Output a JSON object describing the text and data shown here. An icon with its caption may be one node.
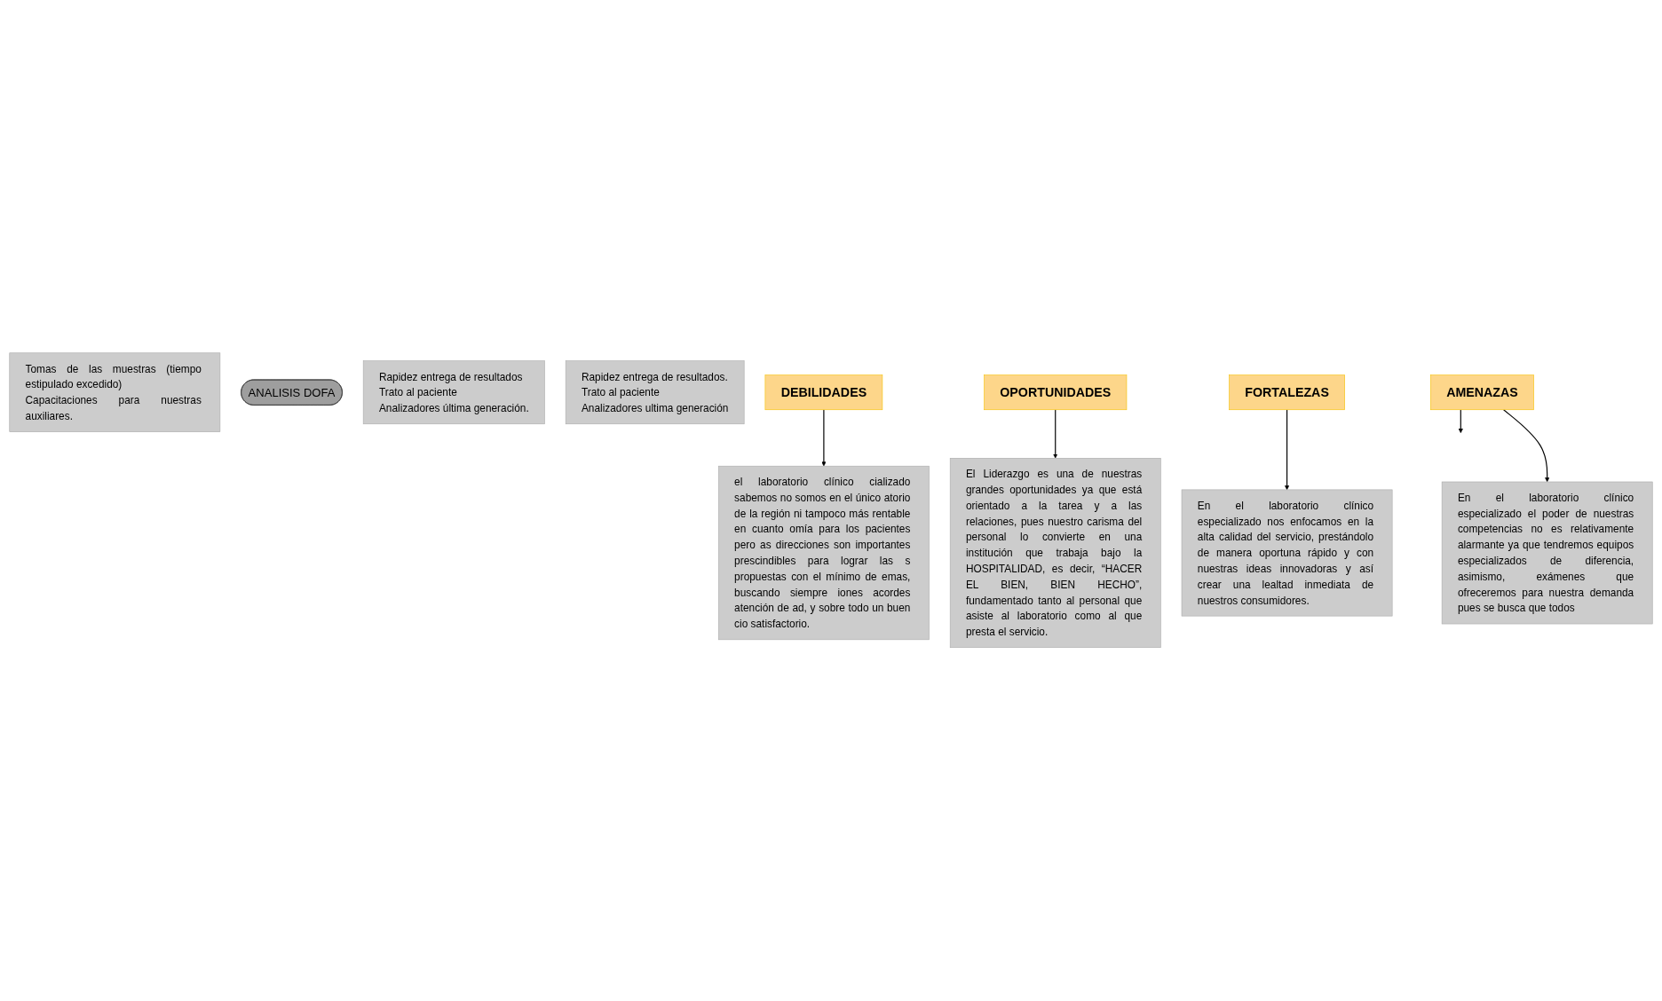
{
  "diagram": {
    "nodes": [
      {
        "text": [
          "Tomas de las muestras (tiempo estipulado excedido)",
          "Capacitaciones para nuestras auxiliares."
        ]
      },
      {
        "text": [
          "ANALISIS DOFA"
        ]
      },
      {
        "text": [
          "Rapidez entrega de resultados",
          "Trato al paciente",
          "Analizadores última generación."
        ]
      },
      {
        "text": [
          "Rapidez entrega de resultados.",
          "Trato al paciente",
          "Analizadores ultima generación"
        ]
      },
      {
        "text": [
          "DEBILIDADES"
        ]
      },
      {
        "text": [
          "OPORTUNIDADES"
        ]
      },
      {
        "text": [
          "FORTALEZAS"
        ]
      },
      {
        "text": [
          "el laboratorio clínico cializado sabemos no somos en el único atorio de la región ni tampoco más rentable en cuanto omía para los pacientes pero as direcciones son importantes prescindibles para lograr las s propuestas con el mínimo de emas, buscando siempre iones acordes atención de ad, y sobre todo un buen cio satisfactorio."
        ]
      },
      {
        "text": [
          "El Liderazgo es una de nuestras grandes oportunidades ya que está orientado a la tarea y a las relaciones, pues nuestro carisma del personal lo convierte en una institución que trabaja bajo la HOSPITALIDAD, es decir, “HACER EL BIEN, BIEN HECHO”, fundamentado tanto al personal que asiste al laboratorio como al que presta el servicio."
        ]
      },
      {
        "text": [
          "En el laboratorio clínico especializado nos enfocamos en la alta calidad del servicio, prestándolo de manera oportuna rápido y con nuestras ideas innovadoras y así crear una lealtad inmediata de nuestros consumidores."
        ]
      },
      {
        "text": [
          "AMENAZAS"
        ]
      },
      {
        "text": [
          "En el laboratorio clínico especializado el poder de nuestras competencias no es relativamente alarmante ya que tendremos equipos especializados de diferencia, asimismo, exámenes que ofreceremos para nuestra demanda pues se busca que todos"
        ]
      }
    ],
    "edges": [
      {
        "from": 4,
        "to": 7,
        "arrow": "to"
      },
      {
        "from": 5,
        "to": 8,
        "arrow": "to"
      },
      {
        "from": 6,
        "to": 9,
        "arrow": "to"
      },
      {
        "from": 10,
        "to": null,
        "arrow": "to"
      },
      {
        "from": 10,
        "to": 11,
        "arrow": "to"
      }
    ]
  }
}
